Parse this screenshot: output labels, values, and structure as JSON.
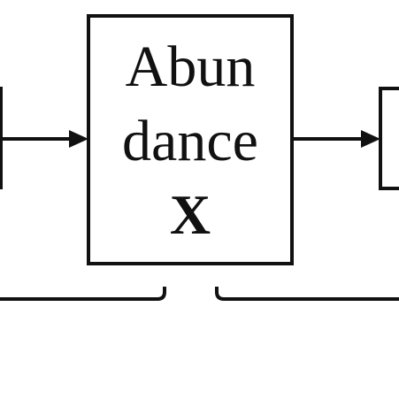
{
  "diagram": {
    "center_box": {
      "line1": "Abun",
      "line2": "dance",
      "line3": "X"
    }
  },
  "colors": {
    "stroke": "#111111",
    "background": "#ffffff"
  }
}
